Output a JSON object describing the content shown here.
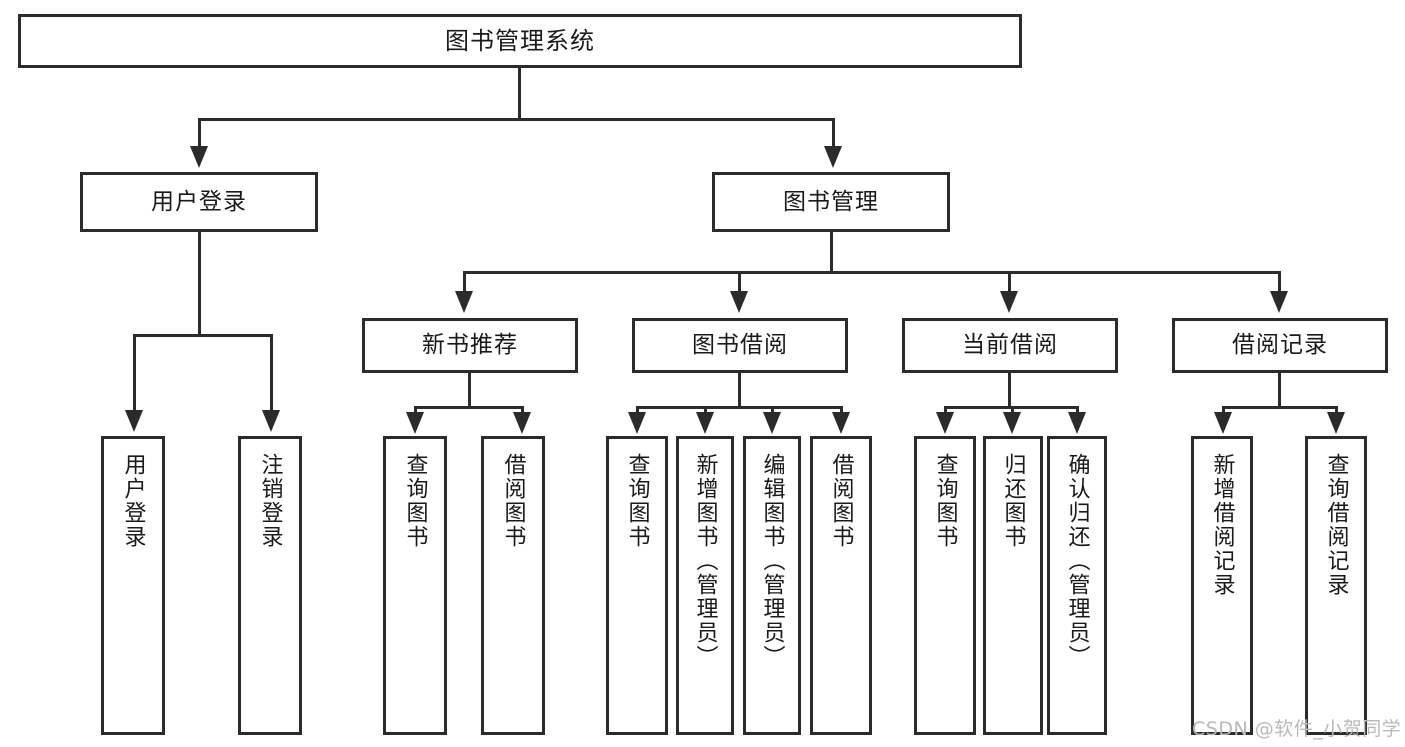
{
  "diagram": {
    "type": "tree",
    "title": "图书管理系统",
    "orientation": "top-down",
    "colors": {
      "box_border": "#2b2b2b",
      "box_fill": "#ffffff",
      "connector": "#2b2b2b",
      "background": "#ffffff",
      "watermark": "#b9b9b9"
    }
  },
  "nodes": {
    "root": {
      "label": "图书管理系统"
    },
    "level2": [
      {
        "label": "用户登录"
      },
      {
        "label": "图书管理"
      }
    ],
    "level3": [
      {
        "label": "新书推荐"
      },
      {
        "label": "图书借阅"
      },
      {
        "label": "当前借阅"
      },
      {
        "label": "借阅记录"
      }
    ],
    "leaves": {
      "user_login": [
        {
          "label": "用户登录"
        },
        {
          "label": "注销登录"
        }
      ],
      "new_book": [
        {
          "label": "查询图书"
        },
        {
          "label": "借阅图书"
        }
      ],
      "book_borrow": [
        {
          "label": "查询图书"
        },
        {
          "label": "新增图书（管理员）"
        },
        {
          "label": "编辑图书（管理员）"
        },
        {
          "label": "借阅图书"
        }
      ],
      "current_borrow": [
        {
          "label": "查询图书"
        },
        {
          "label": "归还图书"
        },
        {
          "label": "确认归还（管理员）"
        }
      ],
      "borrow_record": [
        {
          "label": "新增借阅记录"
        },
        {
          "label": "查询借阅记录"
        }
      ]
    }
  },
  "watermark": {
    "text": "CSDN @软件_小贺同学"
  }
}
